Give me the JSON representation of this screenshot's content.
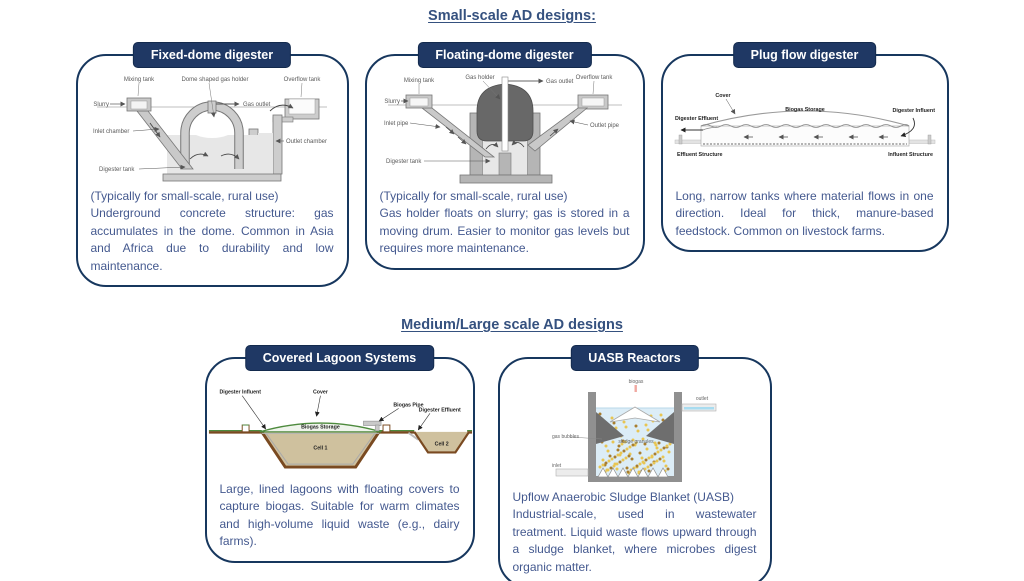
{
  "colors": {
    "header_bg": "#1f3864",
    "card_border": "#17375e",
    "header_text": "#ffffff",
    "body_text": "#44598f",
    "section_title": "#35517f"
  },
  "sections": [
    {
      "title": "Small-scale AD designs:",
      "cards": [
        {
          "title": "Fixed-dome digester",
          "note": "(Typically for small-scale, rural use)",
          "description": "Underground concrete structure: gas accumulates in the dome. Common in Asia and Africa due to durability and low maintenance.",
          "diagram": {
            "mixing_tank": "Mixing tank",
            "dome": "Dome shaped gas holder",
            "gas_outlet": "Gas outlet",
            "overflow_tank": "Overflow tank",
            "slurry": "Slurry",
            "inlet_chamber": "Inlet chamber",
            "outlet_chamber": "Outlet chamber",
            "digester_tank": "Digester tank"
          }
        },
        {
          "title": "Floating-dome digester",
          "note": "(Typically for small-scale, rural use)",
          "description": "Gas holder floats on slurry; gas is stored in a moving drum. Easier to monitor gas levels but requires more maintenance.",
          "diagram": {
            "mixing_tank": "Mixing tank",
            "gas_holder": "Gas holder",
            "gas_outlet": "Gas outlet",
            "overflow_tank": "Overflow tank",
            "slurry": "Slurry",
            "inlet_pipe": "Inlet pipe",
            "outlet_pipe": "Outlet pipe",
            "digester_tank": "Digester tank"
          }
        },
        {
          "title": "Plug flow digester",
          "description": "Long, narrow tanks where material flows in one direction. Ideal for thick, manure-based feedstock. Common on livestock farms.",
          "diagram": {
            "cover": "Cover",
            "biogas_storage": "Biogas Storage",
            "digester_effluent": "Digester Effluent",
            "digester_influent": "Digester Influent",
            "effluent_structure": "Effluent Structure",
            "influent_structure": "Influent Structure"
          }
        }
      ]
    },
    {
      "title": "Medium/Large scale AD designs",
      "cards": [
        {
          "title": "Covered Lagoon Systems",
          "description": "Large, lined lagoons with floating covers to capture biogas. Suitable for warm climates and high-volume liquid waste (e.g., dairy farms).",
          "diagram": {
            "digester_influent": "Digester Influent",
            "cover": "Cover",
            "biogas_pipe": "Biogas Pipe",
            "digester_effluent": "Digester Effluent",
            "biogas_storage": "Biogas Storage",
            "cell1": "Cell 1",
            "cell2": "Cell 2"
          }
        },
        {
          "title": "UASB Reactors",
          "note": "Upflow Anaerobic Sludge Blanket (UASB)",
          "description": "Industrial-scale, used in wastewater treatment. Liquid waste flows upward through a sludge blanket, where microbes digest organic matter.",
          "diagram": {
            "biogas": "biogas",
            "outlet": "outlet",
            "gas_bubbles": "gas bubbles",
            "sludge_granules": "sludge granules",
            "inlet": "inlet"
          }
        }
      ]
    }
  ]
}
